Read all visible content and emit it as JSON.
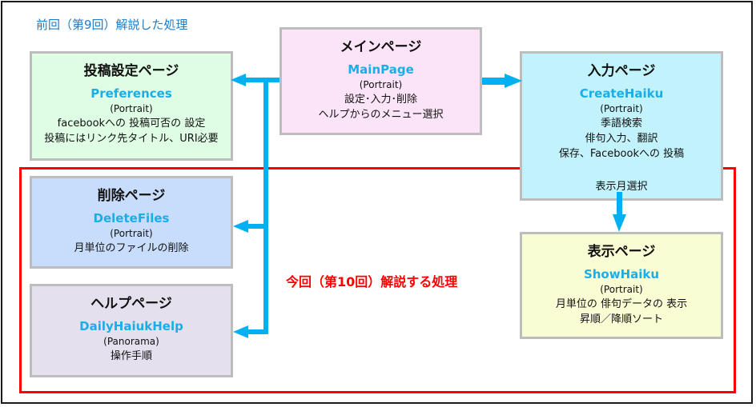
{
  "captions": {
    "previous": "前回（第9回）解説した処理",
    "current": "今回（第10回）解説する処理"
  },
  "colors": {
    "arrow": "#00b0f0",
    "highlight_border": "#ff0000",
    "class_name": "#1aaee8",
    "previous_caption": "#1f7bc4"
  },
  "pages": {
    "main": {
      "title": "メインページ",
      "class_name": "MainPage",
      "orientation": "(Portrait)",
      "lines": [
        "設定･入力･削除",
        "ヘルプからのメニュー選択"
      ]
    },
    "preferences": {
      "title": "投稿設定ページ",
      "class_name": "Preferences",
      "orientation": "(Portrait)",
      "lines": [
        "facebookへの 投稿可否の 設定",
        "投稿にはリンク先タイトル、URI必要"
      ]
    },
    "create": {
      "title": "入力ページ",
      "class_name": "CreateHaiku",
      "orientation": "(Portrait)",
      "lines": [
        "季語検索",
        "俳句入力、翻訳",
        "保存、Facebookへの 投稿"
      ],
      "selection": "表示月選択"
    },
    "delete": {
      "title": "削除ページ",
      "class_name": "DeleteFiles",
      "orientation": "(Portrait)",
      "lines": [
        "月単位のファイルの削除"
      ]
    },
    "help": {
      "title": "ヘルプページ",
      "class_name": "DailyHaiukHelp",
      "orientation": "(Panorama)",
      "lines": [
        "操作手順"
      ]
    },
    "show": {
      "title": "表示ページ",
      "class_name": "ShowHaiku",
      "orientation": "(Portrait)",
      "lines": [
        "月単位の 俳句データの 表示",
        "昇順／降順ソート"
      ]
    }
  }
}
